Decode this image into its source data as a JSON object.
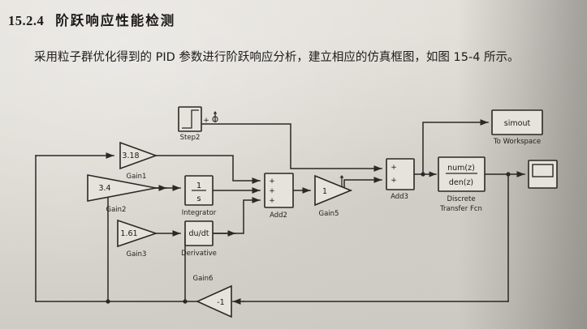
{
  "document": {
    "section_number": "15.2.4",
    "section_title": "阶跃响应性能检测",
    "paragraph": "采用粒子群优化得到的 PID 参数进行阶跃响应分析，建立相应的仿真框图，如图 15-4 所示。"
  },
  "diagram": {
    "type": "simulink-block-diagram",
    "blocks": {
      "step": {
        "label": "Step2",
        "icon": "step-signal-icon",
        "annotation": "+"
      },
      "gain1": {
        "value": "3.18",
        "label": "Gain1",
        "shape": "triangle-right"
      },
      "gain2": {
        "value": "3.4",
        "label": "Gain2",
        "shape": "triangle-right"
      },
      "gain3": {
        "value": "1.61",
        "label": "Gain3",
        "shape": "triangle-right"
      },
      "integrator": {
        "numerator": "1",
        "denominator": "s",
        "label": "Integrator"
      },
      "derivative": {
        "value": "du/dt",
        "label": "Derivative"
      },
      "add2": {
        "label": "Add2",
        "signs": [
          "+",
          "+",
          "+"
        ]
      },
      "gain5": {
        "value": "1",
        "label": "Gain5",
        "shape": "triangle-right"
      },
      "add3": {
        "label": "Add3",
        "signs": [
          "+",
          "+"
        ]
      },
      "transfer_fcn": {
        "numerator": "num(z)",
        "denominator": "den(z)",
        "label_line1": "Discrete",
        "label_line2": "Transfer Fcn"
      },
      "to_workspace": {
        "value": "simout",
        "label": "To Workspace"
      },
      "scope": {
        "label": "",
        "icon": "scope-icon"
      },
      "gain6": {
        "value": "-1",
        "label": "Gain6",
        "shape": "triangle-left"
      }
    },
    "colors": {
      "paper": "#dedbd4",
      "ink": "#2b2825",
      "block_fill": "#e6e3dd"
    }
  }
}
